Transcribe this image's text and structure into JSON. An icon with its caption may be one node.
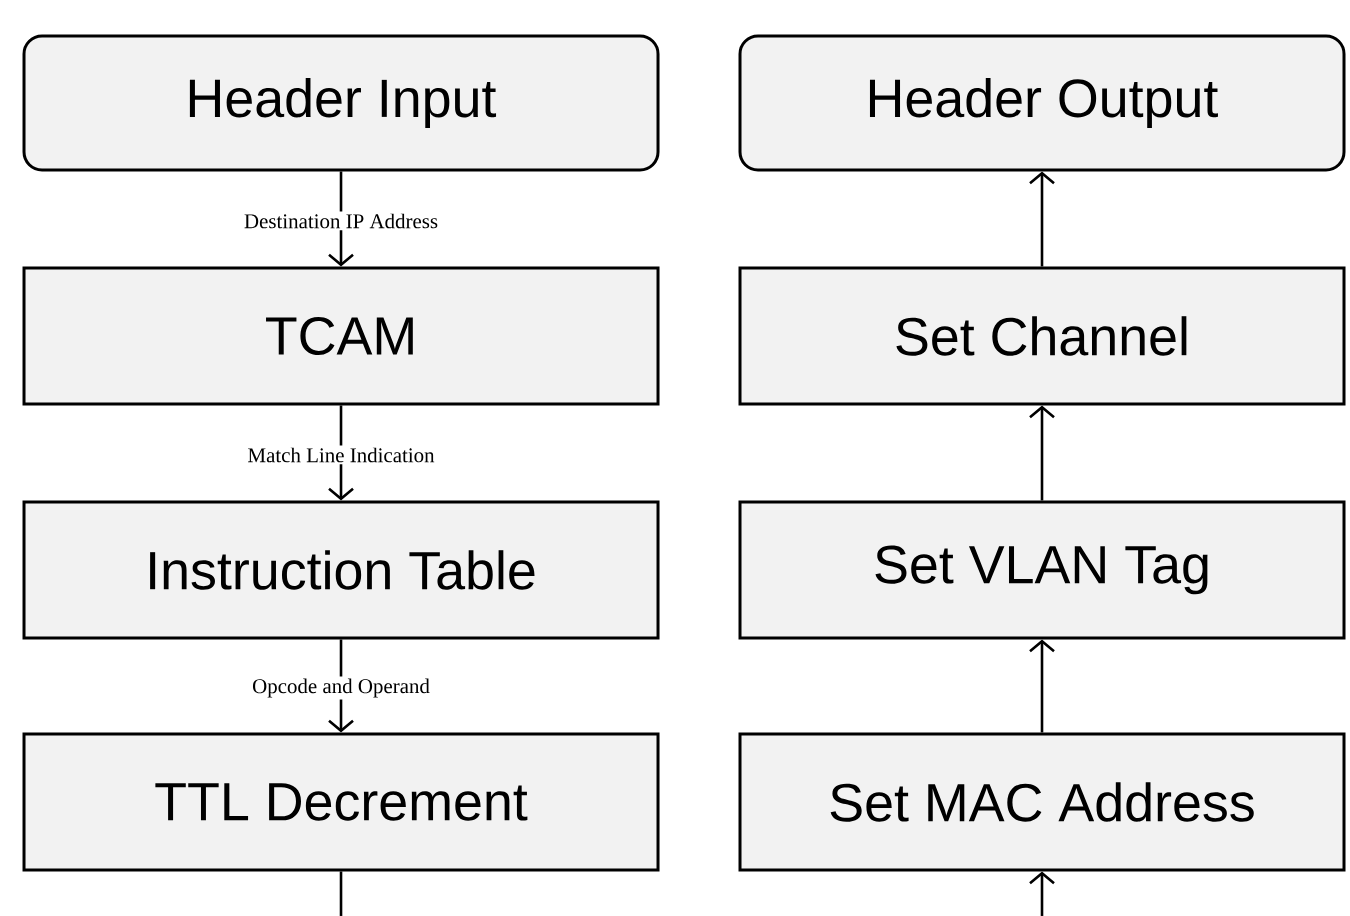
{
  "diagram": {
    "nodes": [
      {
        "text": [
          "Header Input"
        ]
      },
      {
        "text": [
          "TCAM"
        ]
      },
      {
        "text": [
          "Instruction Table"
        ]
      },
      {
        "text": [
          "TTL Decrement"
        ]
      },
      {
        "text": [
          "Header Output"
        ]
      },
      {
        "text": [
          "Set Channel"
        ]
      },
      {
        "text": [
          "Set VLAN Tag"
        ]
      },
      {
        "text": [
          "Set MAC Address"
        ]
      }
    ],
    "edges": [
      {
        "from": 0,
        "to": 1,
        "arrow": "to",
        "label": "Destination IP Address"
      },
      {
        "from": 1,
        "to": 2,
        "arrow": "to",
        "label": "Match Line Indication"
      },
      {
        "from": 2,
        "to": 3,
        "arrow": "to",
        "label": "Opcode and Operand"
      },
      {
        "from": 3,
        "to": null,
        "arrow": "none"
      },
      {
        "from": null,
        "to": 7,
        "arrow": "to"
      },
      {
        "from": 7,
        "to": 6,
        "arrow": "to"
      },
      {
        "from": 6,
        "to": 5,
        "arrow": "to"
      },
      {
        "from": 5,
        "to": 4,
        "arrow": "to"
      }
    ]
  }
}
